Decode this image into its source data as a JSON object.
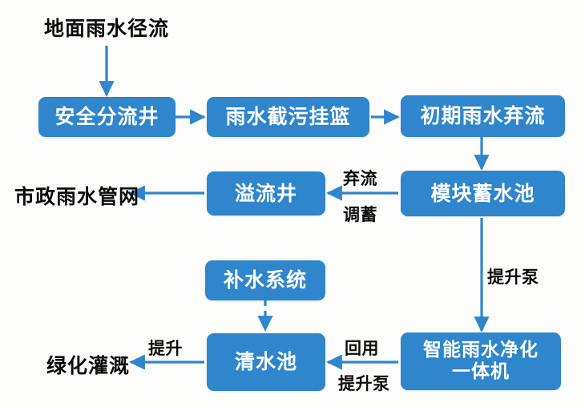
{
  "diagram": {
    "title_text": "地面雨水径流",
    "accent_color": "#2f86cc",
    "text_color": "#ffffff",
    "label_color": "#0b0b0b",
    "background_color": "#fdfdfb",
    "nodes": [
      {
        "id": "safe-diversion-well",
        "label": "安全分流井"
      },
      {
        "id": "rain-intercept-basket",
        "label": "雨水截污挂篮"
      },
      {
        "id": "initial-rain-discard",
        "label": "初期雨水弃流"
      },
      {
        "id": "module-reservoir",
        "label": "模块蓄水池"
      },
      {
        "id": "overflow-well",
        "label": "溢流井"
      },
      {
        "id": "replenish-system",
        "label": "补水系统"
      },
      {
        "id": "clear-water-pool",
        "label": "清水池"
      },
      {
        "id": "smart-purifier",
        "label": "智能雨水净化\n一体机"
      }
    ],
    "terminals": [
      {
        "id": "municipal-stormwater-network",
        "label": "市政雨水管网"
      },
      {
        "id": "green-irrigation",
        "label": "绿化灌溉"
      }
    ],
    "edge_labels": [
      {
        "id": "discard-flow",
        "label": "弃流"
      },
      {
        "id": "storage-adjust",
        "label": "调蓄"
      },
      {
        "id": "lift-pump-right",
        "label": "提升泵"
      },
      {
        "id": "reuse",
        "label": "回用"
      },
      {
        "id": "lift-pump-mid",
        "label": "提升泵"
      },
      {
        "id": "lift",
        "label": "提升"
      }
    ]
  }
}
